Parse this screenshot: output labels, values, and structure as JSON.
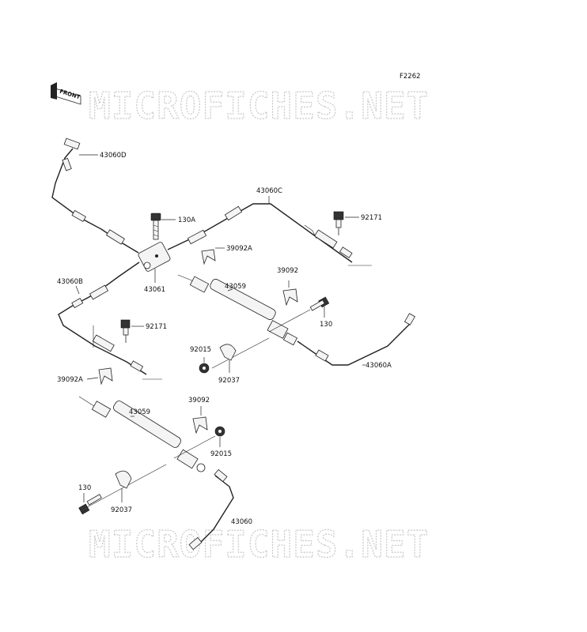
{
  "figure_code": "F2262",
  "front_label": "FRONT",
  "watermark": "MICROFICHES.NET",
  "labels": {
    "p43060D": "43060D",
    "p43060C": "43060C",
    "p130A": "130A",
    "p92171_top": "92171",
    "p39092A_top": "39092A",
    "p43059_top": "43059",
    "p39092_top": "39092",
    "p43060B": "43060B",
    "p43061": "43061",
    "p130_mid": "130",
    "p92171_mid": "92171",
    "p92015_mid": "92015",
    "p92037_mid": "92037",
    "p43060A": "43060A",
    "p39092A_low": "39092A",
    "p43059_low": "43059",
    "p39092_low": "39092",
    "p92015_low": "92015",
    "p130_low": "130",
    "p92037_low": "92037",
    "p43060": "43060"
  }
}
